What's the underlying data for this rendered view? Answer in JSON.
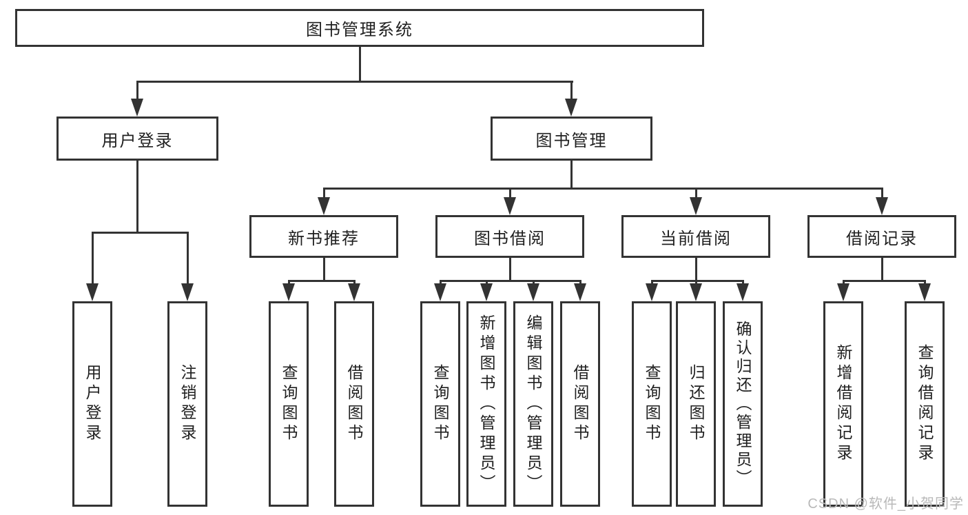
{
  "diagram": {
    "root": {
      "label": "图书管理系统",
      "children": [
        {
          "label": "用户登录",
          "children": [
            {
              "label": "用户登录"
            },
            {
              "label": "注销登录"
            }
          ]
        },
        {
          "label": "图书管理",
          "children": [
            {
              "label": "新书推荐",
              "children": [
                {
                  "label": "查询图书"
                },
                {
                  "label": "借阅图书"
                }
              ]
            },
            {
              "label": "图书借阅",
              "children": [
                {
                  "label": "查询图书"
                },
                {
                  "label": "新增图书（管理员）"
                },
                {
                  "label": "编辑图书（管理员）"
                },
                {
                  "label": "借阅图书"
                }
              ]
            },
            {
              "label": "当前借阅",
              "children": [
                {
                  "label": "查询图书"
                },
                {
                  "label": "归还图书"
                },
                {
                  "label": "确认归还（管理员）"
                }
              ]
            },
            {
              "label": "借阅记录",
              "children": [
                {
                  "label": "新增借阅记录"
                },
                {
                  "label": "查询借阅记录"
                }
              ]
            }
          ]
        }
      ]
    },
    "watermark": "CSDN @软件_小贺同学"
  },
  "colors": {
    "line": "#333333",
    "text": "#1f1f1f",
    "background": "#ffffff",
    "watermark": "#b9b9b9"
  }
}
